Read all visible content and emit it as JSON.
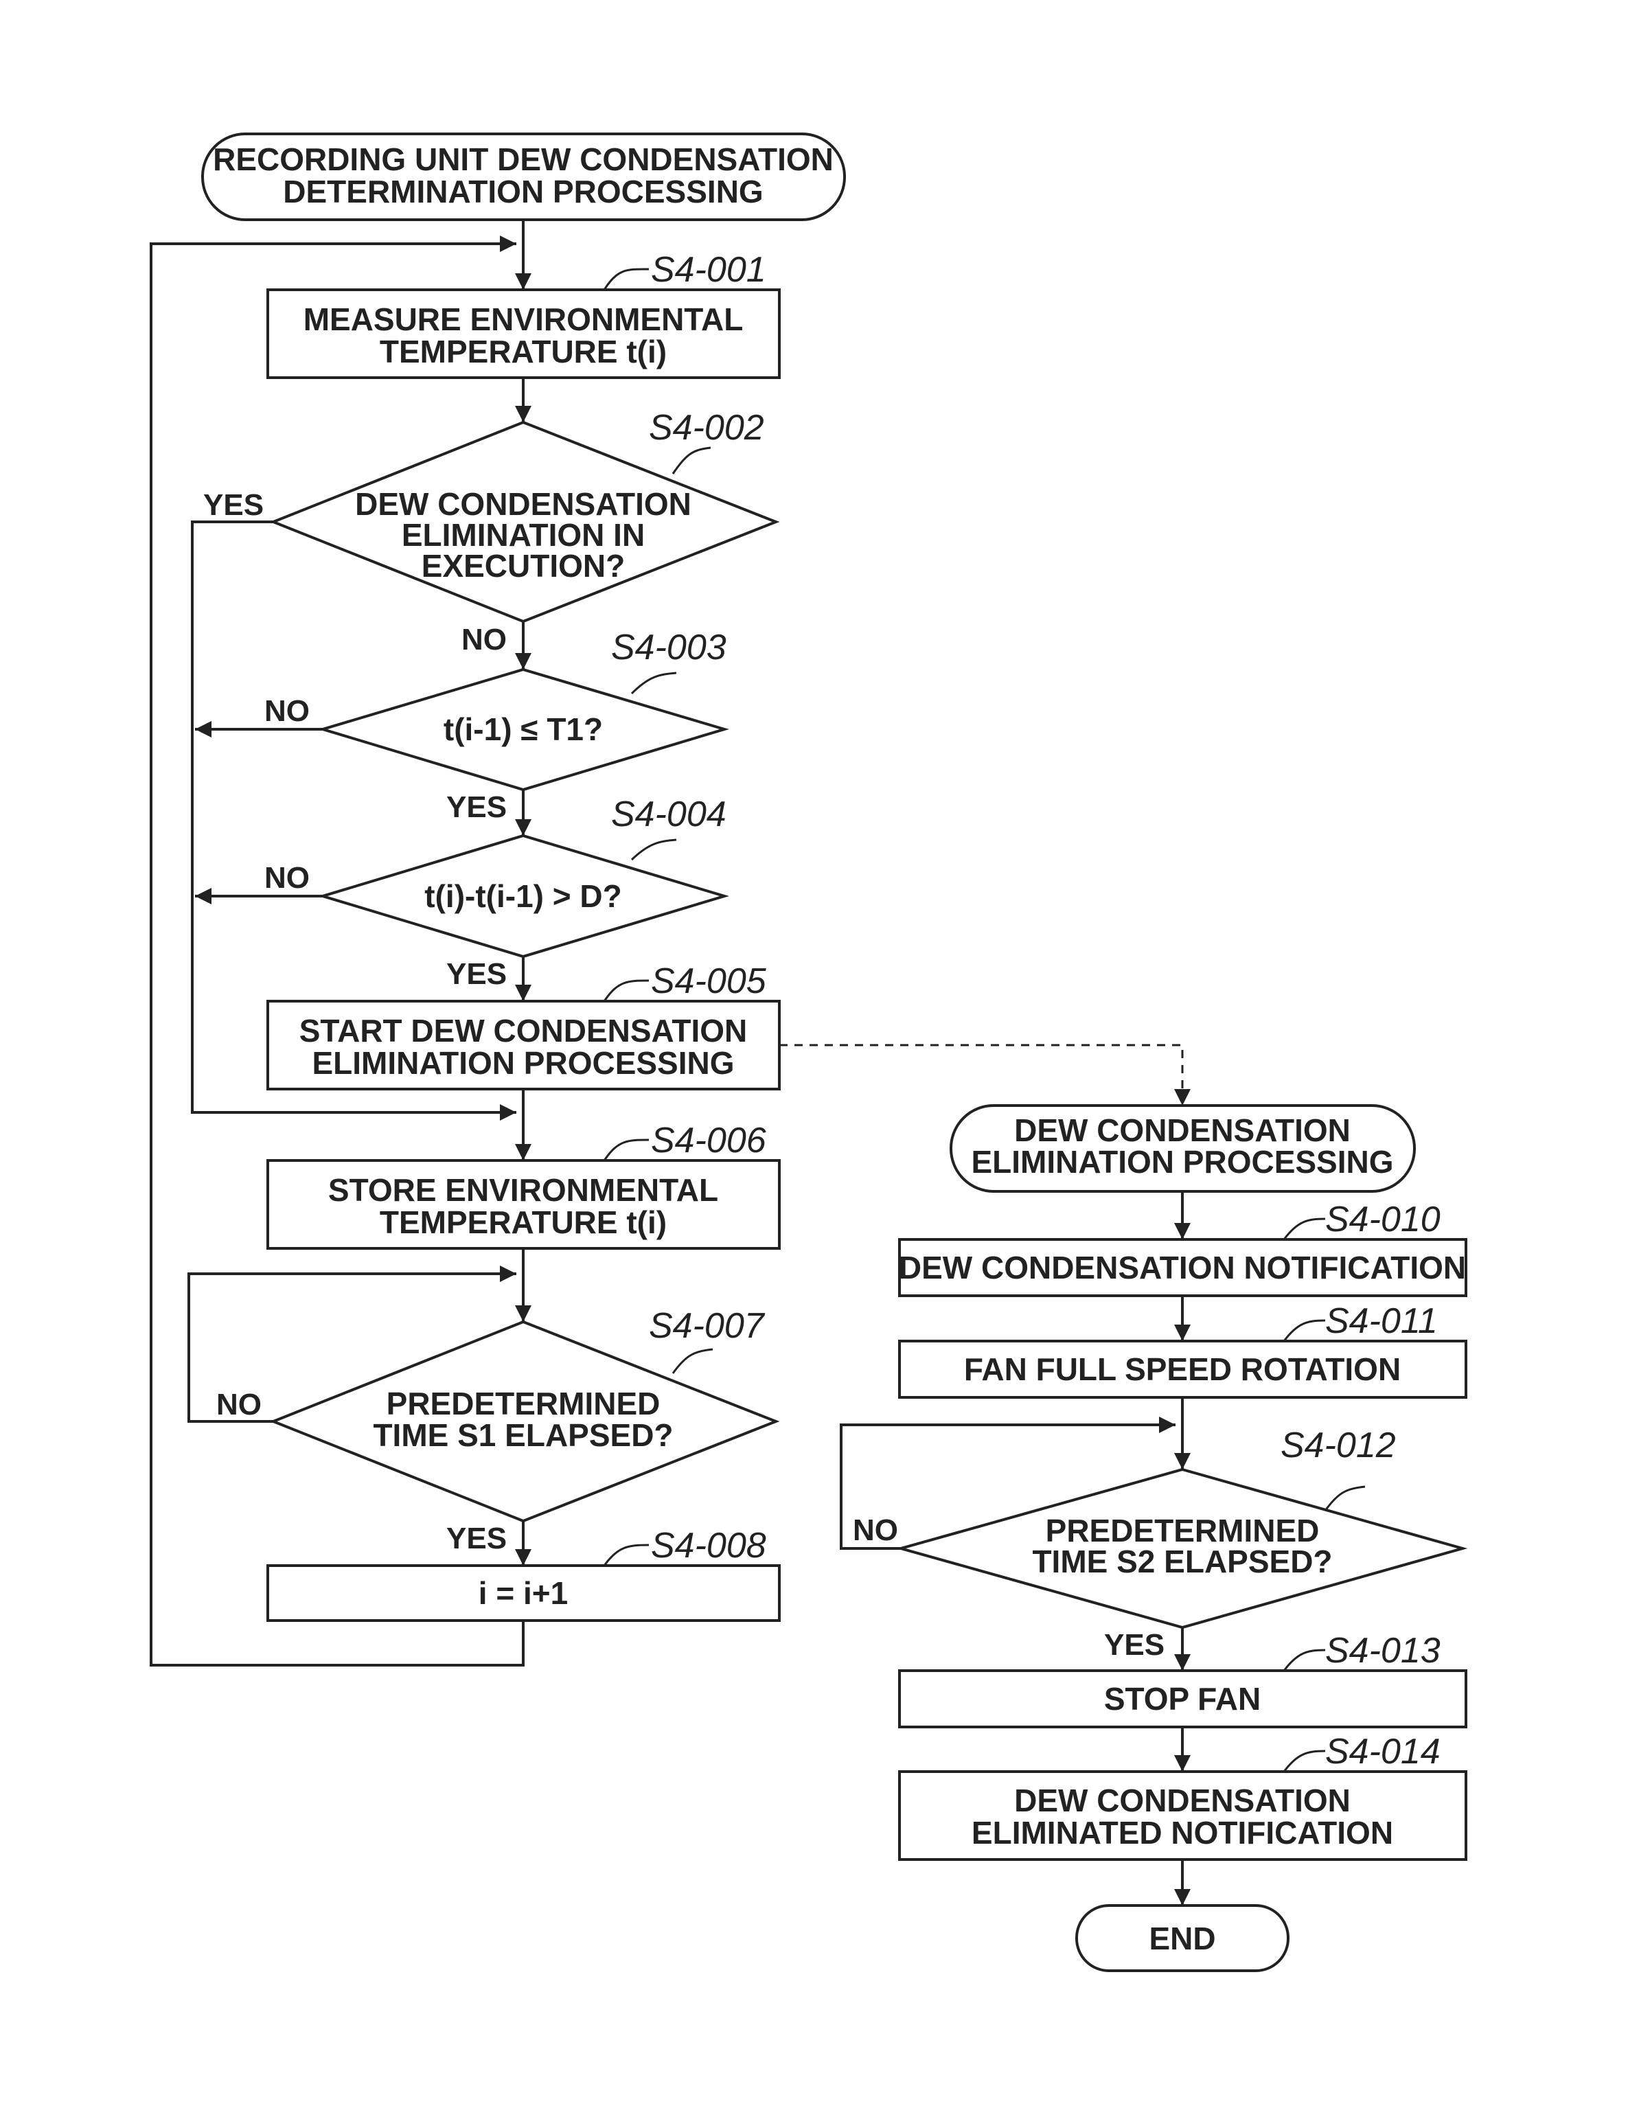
{
  "main_flow": {
    "start": {
      "line1": "RECORDING UNIT DEW CONDENSATION",
      "line2": "DETERMINATION PROCESSING"
    },
    "s001": {
      "step": "S4-001",
      "line1": "MEASURE ENVIRONMENTAL",
      "line2": "TEMPERATURE t(i)"
    },
    "s002": {
      "step": "S4-002",
      "line1": "DEW CONDENSATION",
      "line2": "ELIMINATION IN",
      "line3": "EXECUTION?",
      "yes": "YES",
      "no": "NO"
    },
    "s003": {
      "step": "S4-003",
      "text": "t(i-1) ≤ T1?",
      "yes": "YES",
      "no": "NO"
    },
    "s004": {
      "step": "S4-004",
      "text": "t(i)-t(i-1) > D?",
      "yes": "YES",
      "no": "NO"
    },
    "s005": {
      "step": "S4-005",
      "line1": "START DEW CONDENSATION",
      "line2": "ELIMINATION PROCESSING"
    },
    "s006": {
      "step": "S4-006",
      "line1": "STORE ENVIRONMENTAL",
      "line2": "TEMPERATURE t(i)"
    },
    "s007": {
      "step": "S4-007",
      "line1": "PREDETERMINED",
      "line2": "TIME S1 ELAPSED?",
      "yes": "YES",
      "no": "NO"
    },
    "s008": {
      "step": "S4-008",
      "text": "i = i+1"
    }
  },
  "sub_flow": {
    "start": {
      "line1": "DEW CONDENSATION",
      "line2": "ELIMINATION PROCESSING"
    },
    "s010": {
      "step": "S4-010",
      "text": "DEW CONDENSATION NOTIFICATION"
    },
    "s011": {
      "step": "S4-011",
      "text": "FAN FULL SPEED ROTATION"
    },
    "s012": {
      "step": "S4-012",
      "line1": "PREDETERMINED",
      "line2": "TIME S2 ELAPSED?",
      "yes": "YES",
      "no": "NO"
    },
    "s013": {
      "step": "S4-013",
      "text": "STOP FAN"
    },
    "s014": {
      "step": "S4-014",
      "line1": "DEW CONDENSATION",
      "line2": "ELIMINATED NOTIFICATION"
    },
    "end": {
      "text": "END"
    }
  }
}
